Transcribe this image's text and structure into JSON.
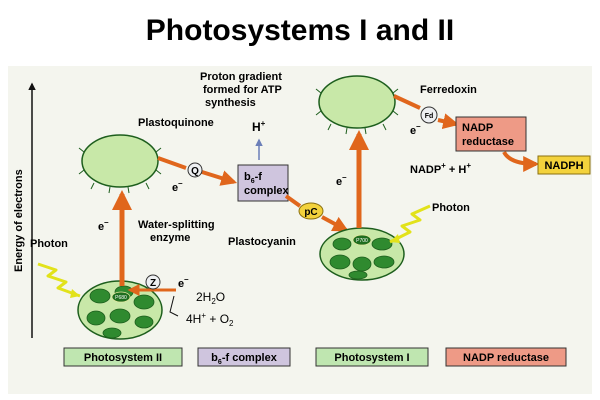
{
  "title": "Photosystems I and II",
  "axis_label": "Energy of electrons",
  "labels": {
    "photon": "Photon",
    "electron": "e",
    "electron_sup": "–",
    "plastoquinone": "Plastoquinone",
    "q": "Q",
    "proton_l1": "Proton gradient",
    "proton_l2": "formed for ATP",
    "proton_l3": "synthesis",
    "h": "H",
    "h_sup": "+",
    "b6f_b": "b",
    "b6f_sub": "6",
    "b6f_rest": "-f",
    "b6f_l2": "complex",
    "pc": "pC",
    "plastocyanin": "Plastocyanin",
    "ferredoxin": "Ferredoxin",
    "fd": "Fd",
    "nadp_red_l1": "NADP",
    "nadp_red_l2": "reductase",
    "nadp_plus": "NADP",
    "plus": "+",
    "plus_h": " + H",
    "nadph": "NADPH",
    "water_split_l1": "Water-splitting",
    "water_split_l2": "enzyme",
    "z": "Z",
    "water_pre": "2H",
    "water_sub": "2",
    "water_post": "O",
    "prod_pre": "4H",
    "prod_mid": " + O",
    "prod_sub": "2",
    "p680": "P680",
    "p700": "P700"
  },
  "legend": {
    "ps2": "Photosystem II",
    "b6f_b": "b",
    "b6f_sub": "6",
    "b6f_rest": "-f complex",
    "ps1": "Photosystem I",
    "nadp": "NADP reductase"
  },
  "colors": {
    "arrow": "#e0661c",
    "green_light": "#c8e8a8",
    "green_dark": "#2f8a2f",
    "box_b6f": "#cfc5de",
    "box_nadp": "#ee9a86",
    "legend_green": "#bfe6b0",
    "pc_yellow": "#f3d23c",
    "photon_yellow": "#e2e21a"
  }
}
